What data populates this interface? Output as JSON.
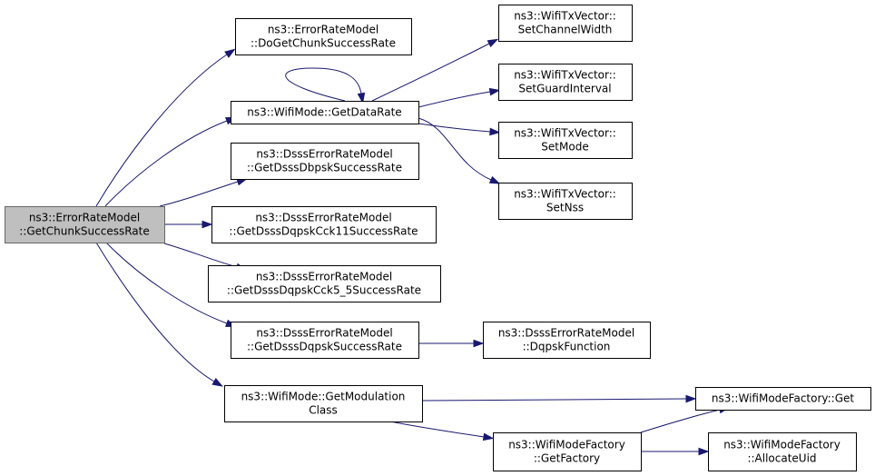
{
  "nodes": [
    {
      "id": "root",
      "lines": [
        "ns3::ErrorRateModel",
        "::GetChunkSuccessRate"
      ],
      "root": true
    },
    {
      "id": "do-get-chunk",
      "lines": [
        "ns3::ErrorRateModel",
        "::DoGetChunkSuccessRate"
      ]
    },
    {
      "id": "get-data-rate",
      "lines": [
        "ns3::WifiMode::GetDataRate"
      ]
    },
    {
      "id": "dbpsk",
      "lines": [
        "ns3::DsssErrorRateModel",
        "::GetDsssDbpskSuccessRate"
      ]
    },
    {
      "id": "cck11",
      "lines": [
        "ns3::DsssErrorRateModel",
        "::GetDsssDqpskCck11SuccessRate"
      ]
    },
    {
      "id": "cck55",
      "lines": [
        "ns3::DsssErrorRateModel",
        "::GetDsssDqpskCck5_5SuccessRate"
      ]
    },
    {
      "id": "dqpsk",
      "lines": [
        "ns3::DsssErrorRateModel",
        "::GetDsssDqpskSuccessRate"
      ]
    },
    {
      "id": "get-modulation",
      "lines": [
        "ns3::WifiMode::GetModulation",
        "Class"
      ]
    },
    {
      "id": "set-channel-width",
      "lines": [
        "ns3::WifiTxVector::",
        "SetChannelWidth"
      ]
    },
    {
      "id": "set-guard-interval",
      "lines": [
        "ns3::WifiTxVector::",
        "SetGuardInterval"
      ]
    },
    {
      "id": "set-mode",
      "lines": [
        "ns3::WifiTxVector::",
        "SetMode"
      ]
    },
    {
      "id": "set-nss",
      "lines": [
        "ns3::WifiTxVector::",
        "SetNss"
      ]
    },
    {
      "id": "dqpsk-function",
      "lines": [
        "ns3::DsssErrorRateModel",
        "::DqpskFunction"
      ]
    },
    {
      "id": "factory-get",
      "lines": [
        "ns3::WifiModeFactory::Get"
      ]
    },
    {
      "id": "get-factory",
      "lines": [
        "ns3::WifiModeFactory",
        "::GetFactory"
      ]
    },
    {
      "id": "allocate-uid",
      "lines": [
        "ns3::WifiModeFactory",
        "::AllocateUid"
      ]
    }
  ],
  "edges": [
    {
      "from": "root",
      "to": "do-get-chunk"
    },
    {
      "from": "root",
      "to": "get-data-rate"
    },
    {
      "from": "root",
      "to": "dbpsk"
    },
    {
      "from": "root",
      "to": "cck11"
    },
    {
      "from": "root",
      "to": "cck55"
    },
    {
      "from": "root",
      "to": "dqpsk"
    },
    {
      "from": "root",
      "to": "get-modulation"
    },
    {
      "from": "get-data-rate",
      "to": "get-data-rate"
    },
    {
      "from": "get-data-rate",
      "to": "set-channel-width"
    },
    {
      "from": "get-data-rate",
      "to": "set-guard-interval"
    },
    {
      "from": "get-data-rate",
      "to": "set-mode"
    },
    {
      "from": "get-data-rate",
      "to": "set-nss"
    },
    {
      "from": "dqpsk",
      "to": "dqpsk-function"
    },
    {
      "from": "get-modulation",
      "to": "factory-get"
    },
    {
      "from": "get-modulation",
      "to": "get-factory"
    },
    {
      "from": "get-factory",
      "to": "factory-get"
    },
    {
      "from": "get-factory",
      "to": "allocate-uid"
    }
  ],
  "colors": {
    "edge": "#191970",
    "root_fill": "#bfbfbf",
    "root_stroke": "#666666",
    "node_stroke": "#000000"
  }
}
